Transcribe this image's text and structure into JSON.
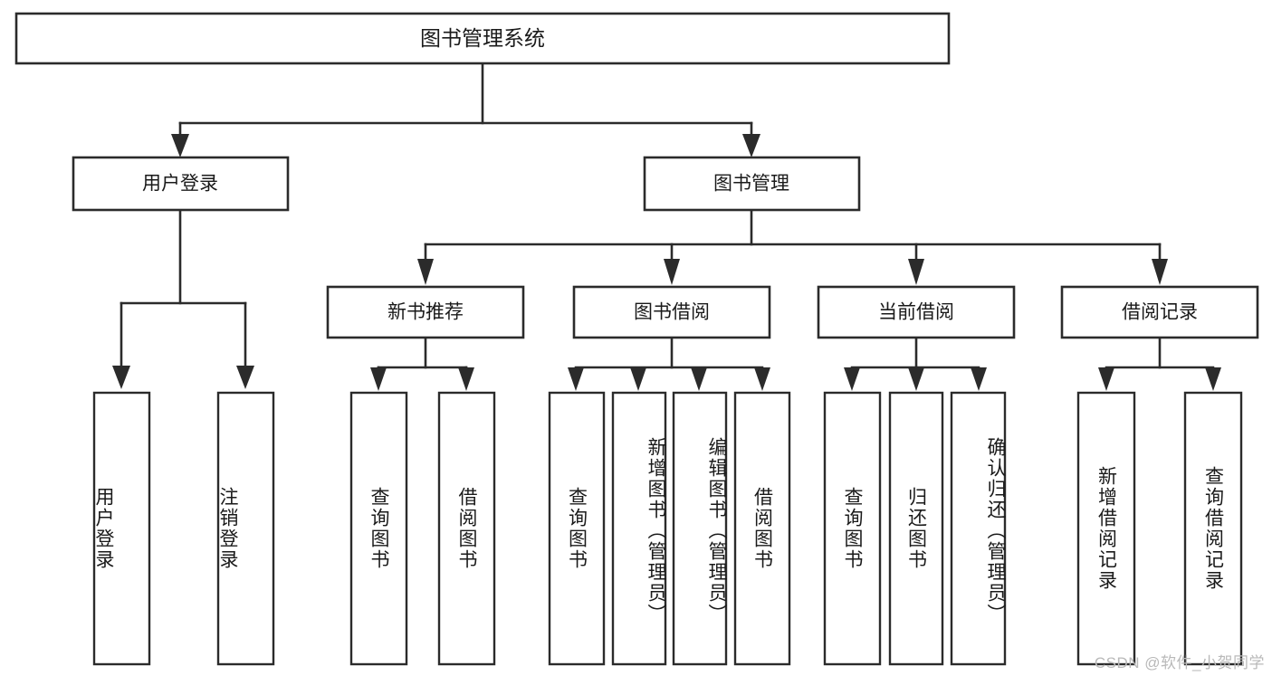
{
  "diagram": {
    "title": "图书管理系统",
    "type": "hierarchy-tree",
    "orientation": "top-down",
    "root": {
      "id": "root",
      "label": "图书管理系统"
    },
    "level2": [
      {
        "id": "user-login",
        "label": "用户登录"
      },
      {
        "id": "book-management",
        "label": "图书管理"
      }
    ],
    "level3": [
      {
        "id": "new-book-recommend",
        "label": "新书推荐",
        "parent": "book-management"
      },
      {
        "id": "book-borrow",
        "label": "图书借阅",
        "parent": "book-management"
      },
      {
        "id": "current-borrow",
        "label": "当前借阅",
        "parent": "book-management"
      },
      {
        "id": "borrow-record",
        "label": "借阅记录",
        "parent": "book-management"
      }
    ],
    "leaves": [
      {
        "id": "leaf-user-login",
        "label": "用户登录",
        "parent": "user-login"
      },
      {
        "id": "leaf-logout",
        "label": "注销登录",
        "parent": "user-login"
      },
      {
        "id": "leaf-query-book-1",
        "label": "查询图书",
        "parent": "new-book-recommend"
      },
      {
        "id": "leaf-borrow-book-1",
        "label": "借阅图书",
        "parent": "new-book-recommend"
      },
      {
        "id": "leaf-query-book-2",
        "label": "查询图书",
        "parent": "book-borrow"
      },
      {
        "id": "leaf-add-book",
        "label": "新增图书（管理员）",
        "parent": "book-borrow"
      },
      {
        "id": "leaf-edit-book",
        "label": "编辑图书（管理员）",
        "parent": "book-borrow"
      },
      {
        "id": "leaf-borrow-book-2",
        "label": "借阅图书",
        "parent": "book-borrow"
      },
      {
        "id": "leaf-query-book-3",
        "label": "查询图书",
        "parent": "current-borrow"
      },
      {
        "id": "leaf-return-book",
        "label": "归还图书",
        "parent": "current-borrow"
      },
      {
        "id": "leaf-confirm-return",
        "label": "确认归还（管理员）",
        "parent": "current-borrow"
      },
      {
        "id": "leaf-add-record",
        "label": "新增借阅记录",
        "parent": "borrow-record"
      },
      {
        "id": "leaf-query-record",
        "label": "查询借阅记录",
        "parent": "borrow-record"
      }
    ]
  },
  "watermark": {
    "text": "CSDN @软件_小贺同学"
  },
  "colors": {
    "stroke": "#2b2b2b",
    "fill": "#ffffff",
    "text": "#1a1a1a",
    "watermark": "#b9b9b9"
  }
}
